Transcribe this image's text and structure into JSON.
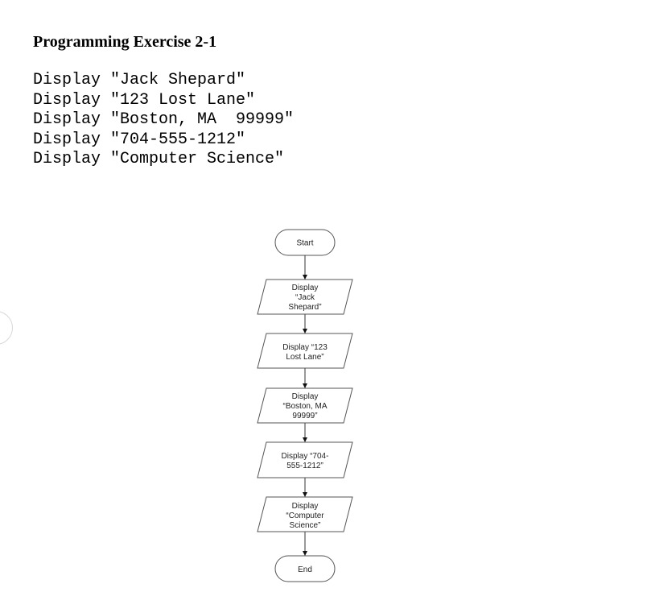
{
  "heading": "Programming Exercise 2-1",
  "pseudocode": [
    "Display \"Jack Shepard\"",
    "Display \"123 Lost Lane\"",
    "Display \"Boston, MA  99999\"",
    "Display \"704-555-1212\"",
    "Display \"Computer Science\""
  ],
  "flowchart": {
    "start": "Start",
    "end": "End",
    "steps": [
      [
        "Display",
        "“Jack",
        "Shepard”"
      ],
      [
        "Display “123",
        "Lost Lane”"
      ],
      [
        "Display",
        "“Boston, MA",
        "99999”"
      ],
      [
        "Display “704-",
        "555-1212”"
      ],
      [
        "Display",
        "“Computer",
        "Science”"
      ]
    ]
  }
}
